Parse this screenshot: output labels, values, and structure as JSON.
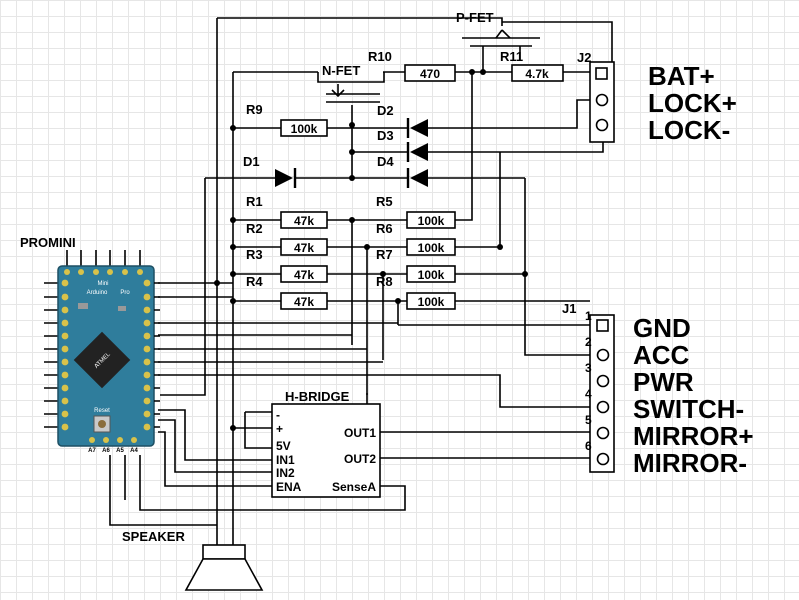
{
  "board": {
    "label": "PROMINI",
    "line1": "Mini",
    "line2": "Arduino",
    "line3": "Pro",
    "reset": "Reset",
    "chip": "ATMEL",
    "bottom_pins": [
      "A7",
      "A6",
      "A5",
      "A4"
    ]
  },
  "fets": {
    "p_fet": "P-FET",
    "n_fet": "N-FET"
  },
  "resistors": {
    "r1": {
      "name": "R1"
    },
    "r2": {
      "name": "R2",
      "value": "47k"
    },
    "r3": {
      "name": "R3",
      "value": "47k"
    },
    "r4": {
      "name": "R4",
      "value": "47k"
    },
    "r5": {
      "name": "R5",
      "value": "100k"
    },
    "r6": {
      "name": "R6",
      "value": "100k"
    },
    "r7": {
      "name": "R7",
      "value": "100k"
    },
    "r8": {
      "name": "R8",
      "value": "100k"
    },
    "r9": {
      "name": "R9",
      "value": "100k"
    },
    "r10": {
      "name": "R10",
      "value": "470"
    },
    "r11": {
      "name": "R11",
      "value": "4.7k"
    }
  },
  "diodes": {
    "d1": "D1",
    "d2": "D2",
    "d3": "D3",
    "d4": "D4"
  },
  "hbridge": {
    "title": "H-BRIDGE",
    "pins_left": [
      "-",
      "+",
      "5V",
      "IN1",
      "IN2",
      "ENA"
    ],
    "pins_right": [
      "OUT1",
      "OUT2",
      "SenseA"
    ]
  },
  "j1": {
    "name": "J1",
    "pin_numbers": [
      "1",
      "2",
      "3",
      "4",
      "5",
      "6"
    ],
    "labels": [
      "GND",
      "ACC",
      "PWR",
      "SWITCH-",
      "MIRROR+",
      "MIRROR-"
    ]
  },
  "j2": {
    "name": "J2",
    "labels": [
      "BAT+",
      "LOCK+",
      "LOCK-"
    ]
  },
  "speaker": {
    "label": "SPEAKER"
  },
  "colors": {
    "pcb": "#2f7d9c",
    "pin_gold": "#d8c24a",
    "wire": "#000000",
    "grid": "#e6e6e6"
  }
}
